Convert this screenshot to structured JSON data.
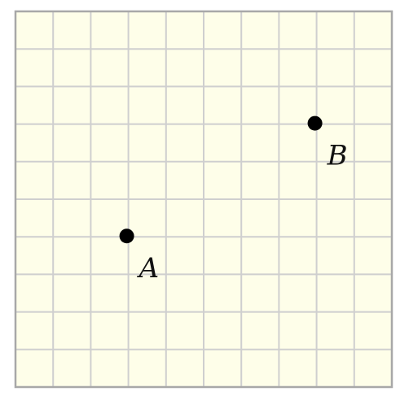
{
  "grid": {
    "columns": 10,
    "rows": 10,
    "colors": {
      "background": "#fefee9",
      "line": "#cfcfcf",
      "border": "#a8a8a8"
    }
  },
  "points": [
    {
      "label": "A",
      "col": 3,
      "row": 6,
      "color": "#000000"
    },
    {
      "label": "B",
      "col": 8,
      "row": 3,
      "color": "#000000"
    }
  ]
}
